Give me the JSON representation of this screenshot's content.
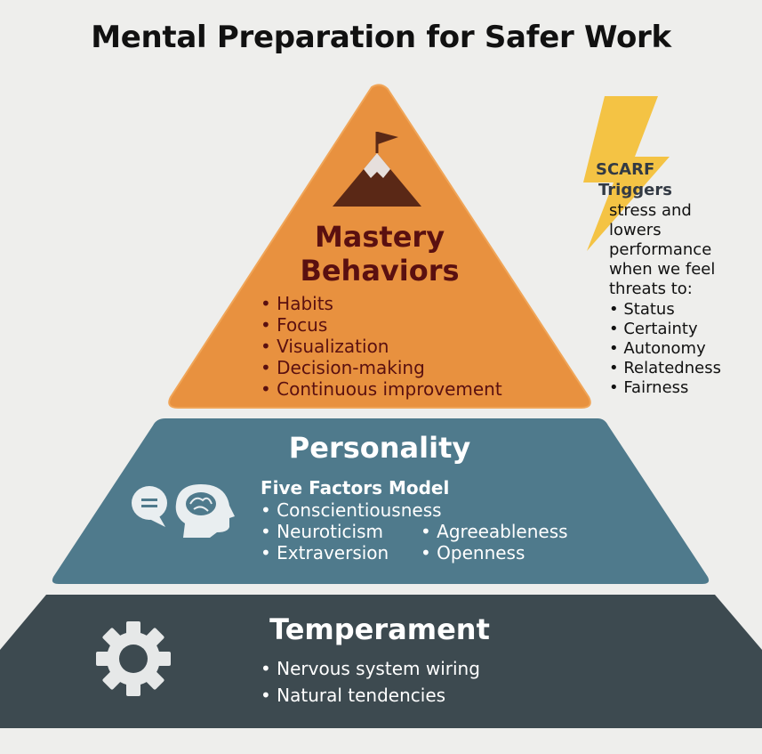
{
  "title": "Mental Preparation for Safer Work",
  "mastery": {
    "title_line1": "Mastery",
    "title_line2": "Behaviors",
    "items": [
      "Habits",
      "Focus",
      "Visualization",
      "Decision-making",
      "Continuous improvement"
    ],
    "icon": "mountain-flag-icon"
  },
  "personality": {
    "title": "Personality",
    "subtitle": "Five Factors Model",
    "items": [
      "Conscientiousness",
      "Neuroticism",
      "Agreeableness",
      "Extraversion",
      "Openness"
    ],
    "icons": [
      "speech-bubble-icon",
      "head-brain-icon"
    ]
  },
  "temperament": {
    "title": "Temperament",
    "items": [
      "Nervous system wiring",
      "Natural tendencies"
    ],
    "icon": "gear-icon"
  },
  "scarf": {
    "heading_line1": "SCARF",
    "heading_line2": "Triggers",
    "body_lines": [
      "stress and",
      "lowers",
      "performance",
      "when we feel",
      "threats to:"
    ],
    "items": [
      "Status",
      "Certainty",
      "Autonomy",
      "Relatedness",
      "Fairness"
    ],
    "icon": "lightning-bolt-icon"
  },
  "colors": {
    "orange": "#e8913f",
    "teal": "#4f7a8c",
    "slate": "#3d4a50",
    "bolt": "#f4c344",
    "maroon": "#5a1010"
  }
}
